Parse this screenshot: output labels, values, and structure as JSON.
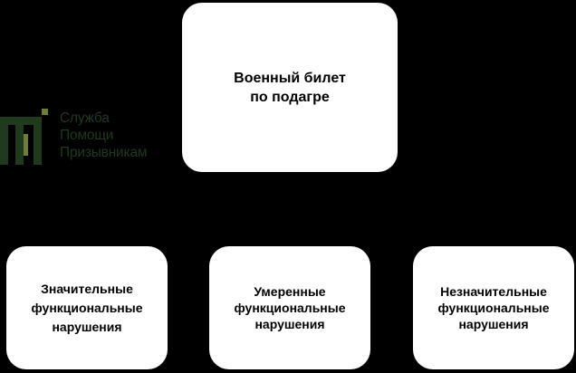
{
  "diagram": {
    "top_box": {
      "lines": [
        "Военный билет",
        "по подагре"
      ]
    },
    "bottom_boxes": [
      {
        "lines": [
          "Значительные",
          "функциональные",
          "нарушения"
        ]
      },
      {
        "lines": [
          "Умеренные",
          "функциональные",
          "нарушения"
        ]
      },
      {
        "lines": [
          "Незначительные",
          "функциональные",
          "нарушения"
        ]
      }
    ]
  },
  "logo": {
    "lines": [
      "Служба",
      "Помощи",
      "Призывникам"
    ],
    "colors": {
      "dark": "#1f3a1c",
      "accent": "#6d7d3c"
    }
  }
}
